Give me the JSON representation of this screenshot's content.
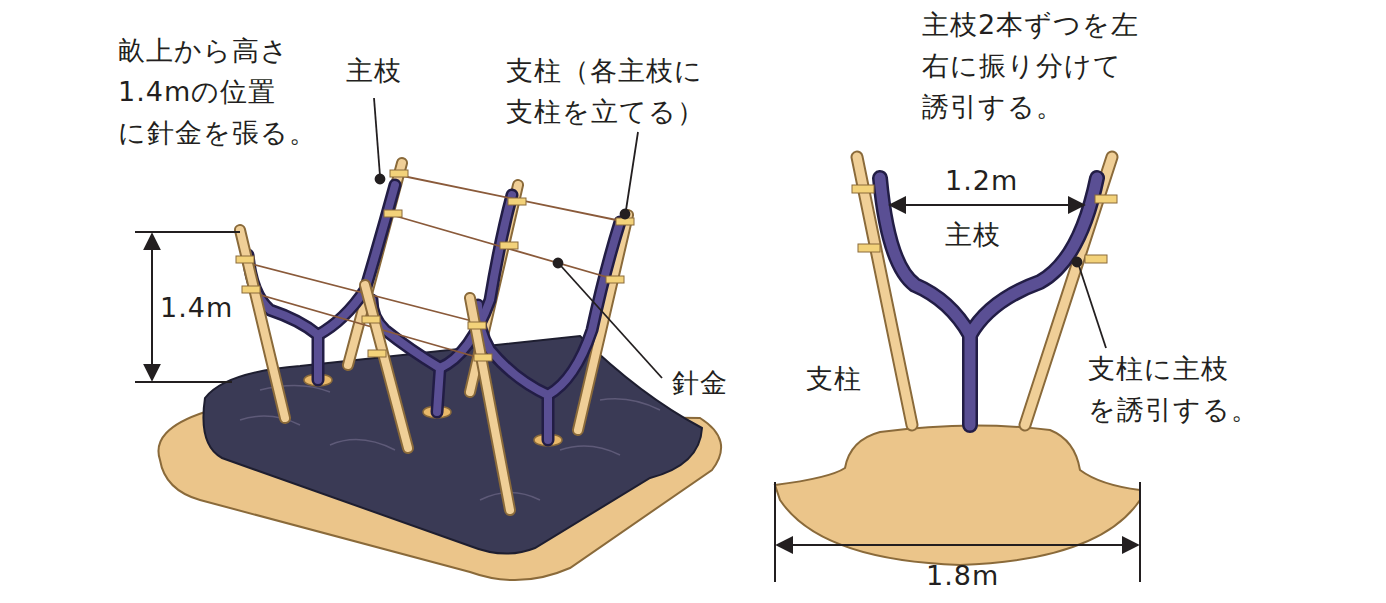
{
  "diagram": {
    "labels": [
      "畝上から高さ 1.4mの位置 に針金を張る。",
      "主枝",
      "支柱（各主枝に 支柱を立てる）",
      "1.4m",
      "針金",
      "主枝2本ずつを左 右に振り分けて 誘引する。",
      "1.2m",
      "主枝",
      "支柱",
      "支柱に主枝 を誘引する。",
      "1.8m"
    ]
  }
}
